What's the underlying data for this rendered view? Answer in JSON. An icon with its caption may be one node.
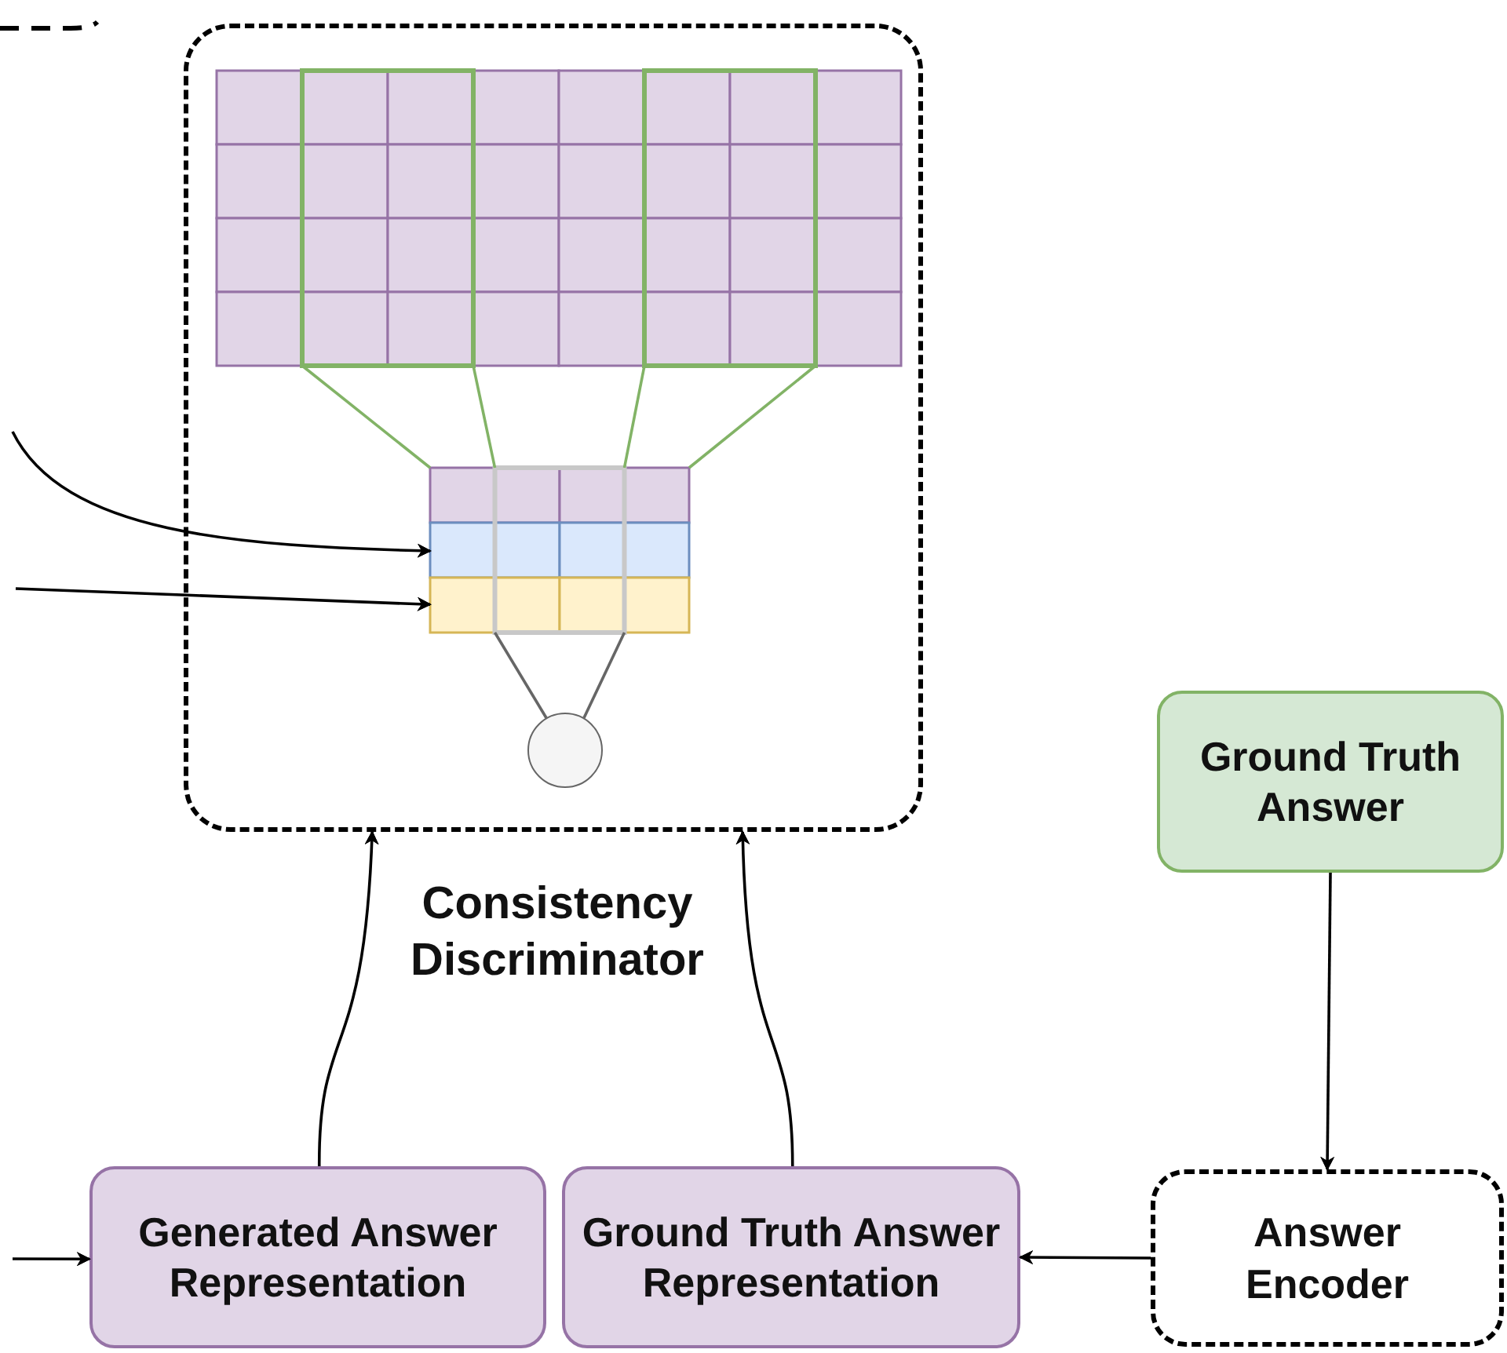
{
  "diagram": {
    "nodes": [
      {
        "text": [
          "Consistency Discriminator"
        ]
      },
      {
        "text": [
          "Ground Truth Answer"
        ]
      },
      {
        "text": [
          "Generated Answer Representation"
        ]
      },
      {
        "text": [
          "Ground Truth Answer Representation"
        ]
      },
      {
        "text": [
          "Answer Encoder"
        ]
      },
      {
        "text": [],
        "shape": "box",
        "in": 0
      },
      {
        "text": [],
        "shape": "box",
        "in": 0
      },
      {
        "text": [],
        "shape": "circle",
        "in": 0
      }
    ],
    "edges": [
      {
        "from": 1,
        "to": 4,
        "arrow": "to"
      },
      {
        "from": 4,
        "to": 3,
        "arrow": "to"
      },
      {
        "from": null,
        "to": 2,
        "arrow": "to"
      },
      {
        "from": 2,
        "to": 0,
        "arrow": "to"
      },
      {
        "from": 3,
        "to": 0,
        "arrow": "to"
      },
      {
        "from": null,
        "to": 6,
        "arrow": "to"
      },
      {
        "from": null,
        "to": 6,
        "arrow": "to"
      },
      {
        "from": 5,
        "to": 6,
        "arrow": "none",
        "color": "#82b366"
      },
      {
        "from": 5,
        "to": 6,
        "arrow": "none",
        "color": "#82b366"
      },
      {
        "from": 5,
        "to": 6,
        "arrow": "none",
        "color": "#82b366"
      },
      {
        "from": 5,
        "to": 6,
        "arrow": "none",
        "color": "#82b366"
      },
      {
        "from": 6,
        "to": 7,
        "arrow": "none",
        "color": "#666666"
      },
      {
        "from": 6,
        "to": 7,
        "arrow": "none",
        "color": "#666666"
      }
    ]
  }
}
